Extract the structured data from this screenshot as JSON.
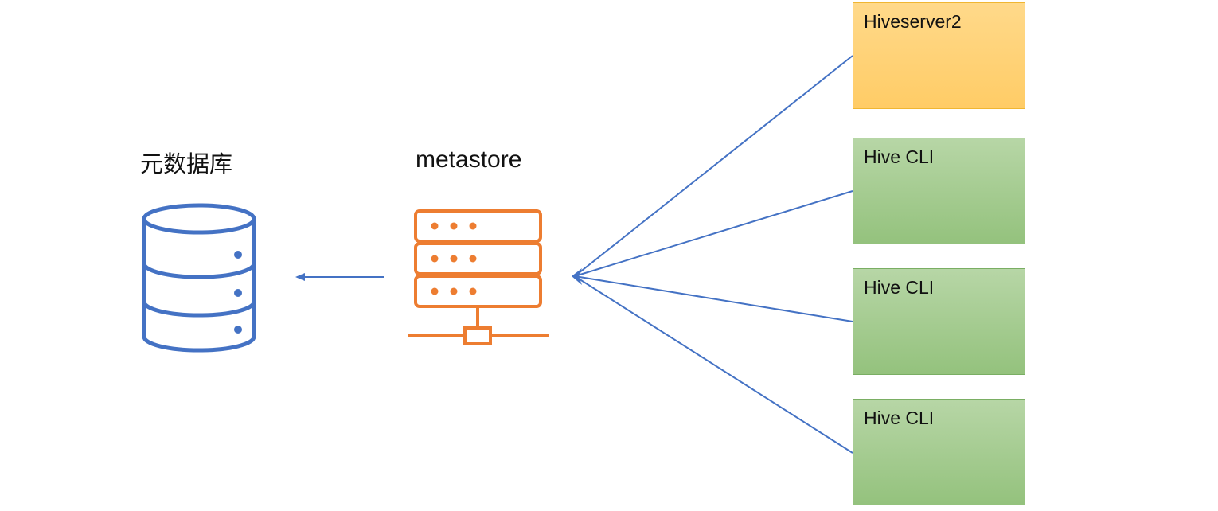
{
  "database": {
    "label": "元数据库",
    "icon": "database-icon",
    "color": "#4472c4"
  },
  "metastore": {
    "label": "metastore",
    "icon": "server-icon",
    "color": "#ed7d31"
  },
  "clients": [
    {
      "label": "Hiveserver2",
      "style": "yellow"
    },
    {
      "label": "Hive CLI",
      "style": "green"
    },
    {
      "label": "Hive CLI",
      "style": "green"
    },
    {
      "label": "Hive CLI",
      "style": "green"
    }
  ],
  "colors": {
    "connector": "#4472c4",
    "hiveserver2_fill": "#ffd480",
    "hive_cli_fill": "#a9d18e"
  }
}
